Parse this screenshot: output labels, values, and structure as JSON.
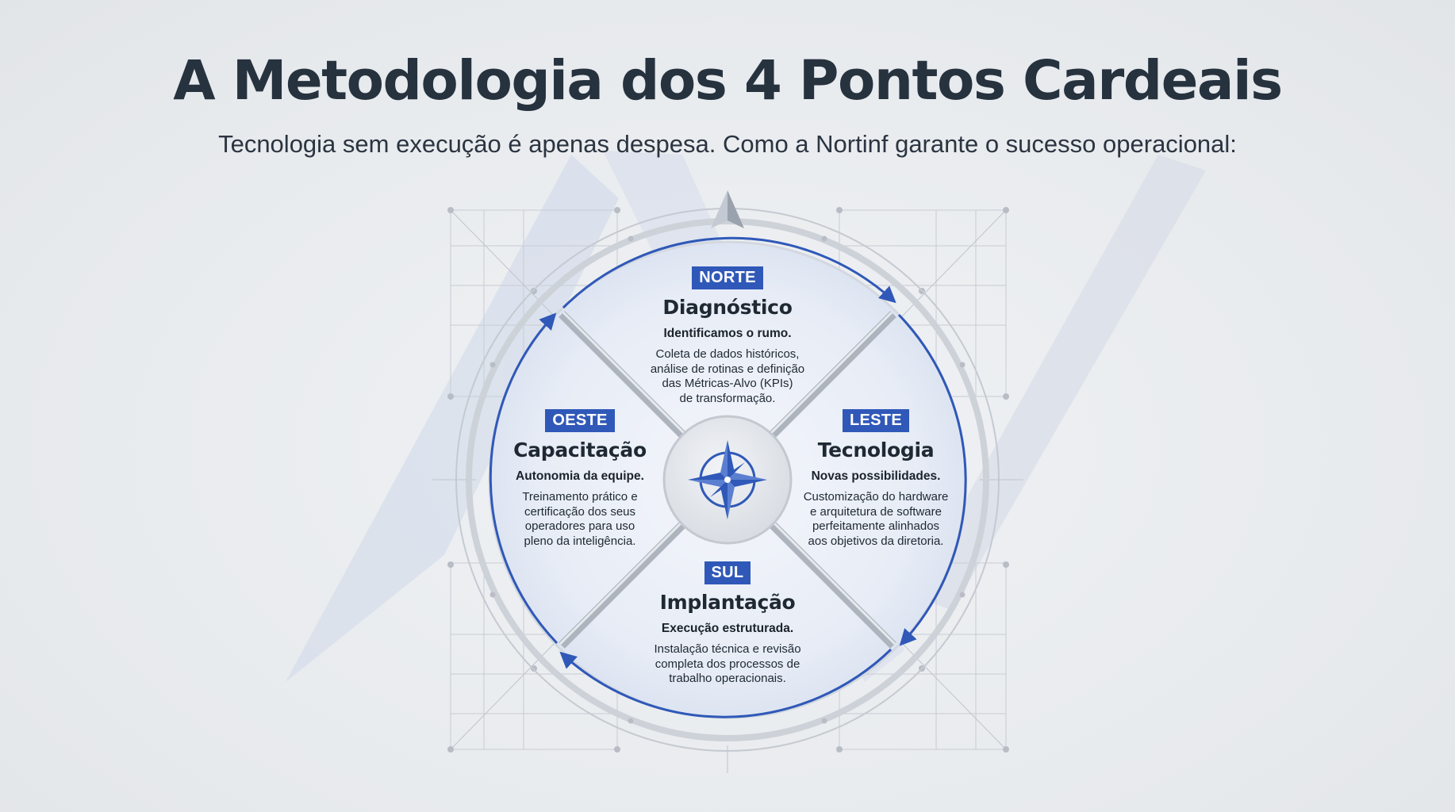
{
  "header": {
    "title": "A Metodologia dos 4 Pontos Cardeais",
    "subtitle": "Tecnologia sem execução é apenas despesa. Como a Nortinf garante o sucesso operacional:"
  },
  "colors": {
    "accent": "#2f58b8",
    "title_text": "#27323f",
    "background": "#e9ecee"
  },
  "icons": {
    "center": "compass-rose-icon",
    "top": "north-pointer-icon"
  },
  "quadrants": {
    "north": {
      "badge": "NORTE",
      "title": "Diagnóstico",
      "subtitle": "Identificamos o rumo.",
      "description_lines": [
        "Coleta de dados históricos,",
        "análise de rotinas e definição",
        "das Métricas-Alvo (KPIs)",
        "de transformação."
      ]
    },
    "east": {
      "badge": "LESTE",
      "title": "Tecnologia",
      "subtitle": "Novas possibilidades.",
      "description_lines": [
        "Customização do hardware",
        "e arquitetura de software",
        "perfeitamente alinhados",
        "aos objetivos da diretoria."
      ]
    },
    "south": {
      "badge": "SUL",
      "title": "Implantação",
      "subtitle": "Execução estruturada.",
      "description_lines": [
        "Instalação técnica e revisão",
        "completa dos processos de",
        "trabalho operacionais."
      ]
    },
    "west": {
      "badge": "OESTE",
      "title": "Capacitação",
      "subtitle": "Autonomia da equipe.",
      "description_lines": [
        "Treinamento prático e",
        "certificação dos seus",
        "operadores para uso",
        "pleno da inteligência."
      ]
    }
  }
}
